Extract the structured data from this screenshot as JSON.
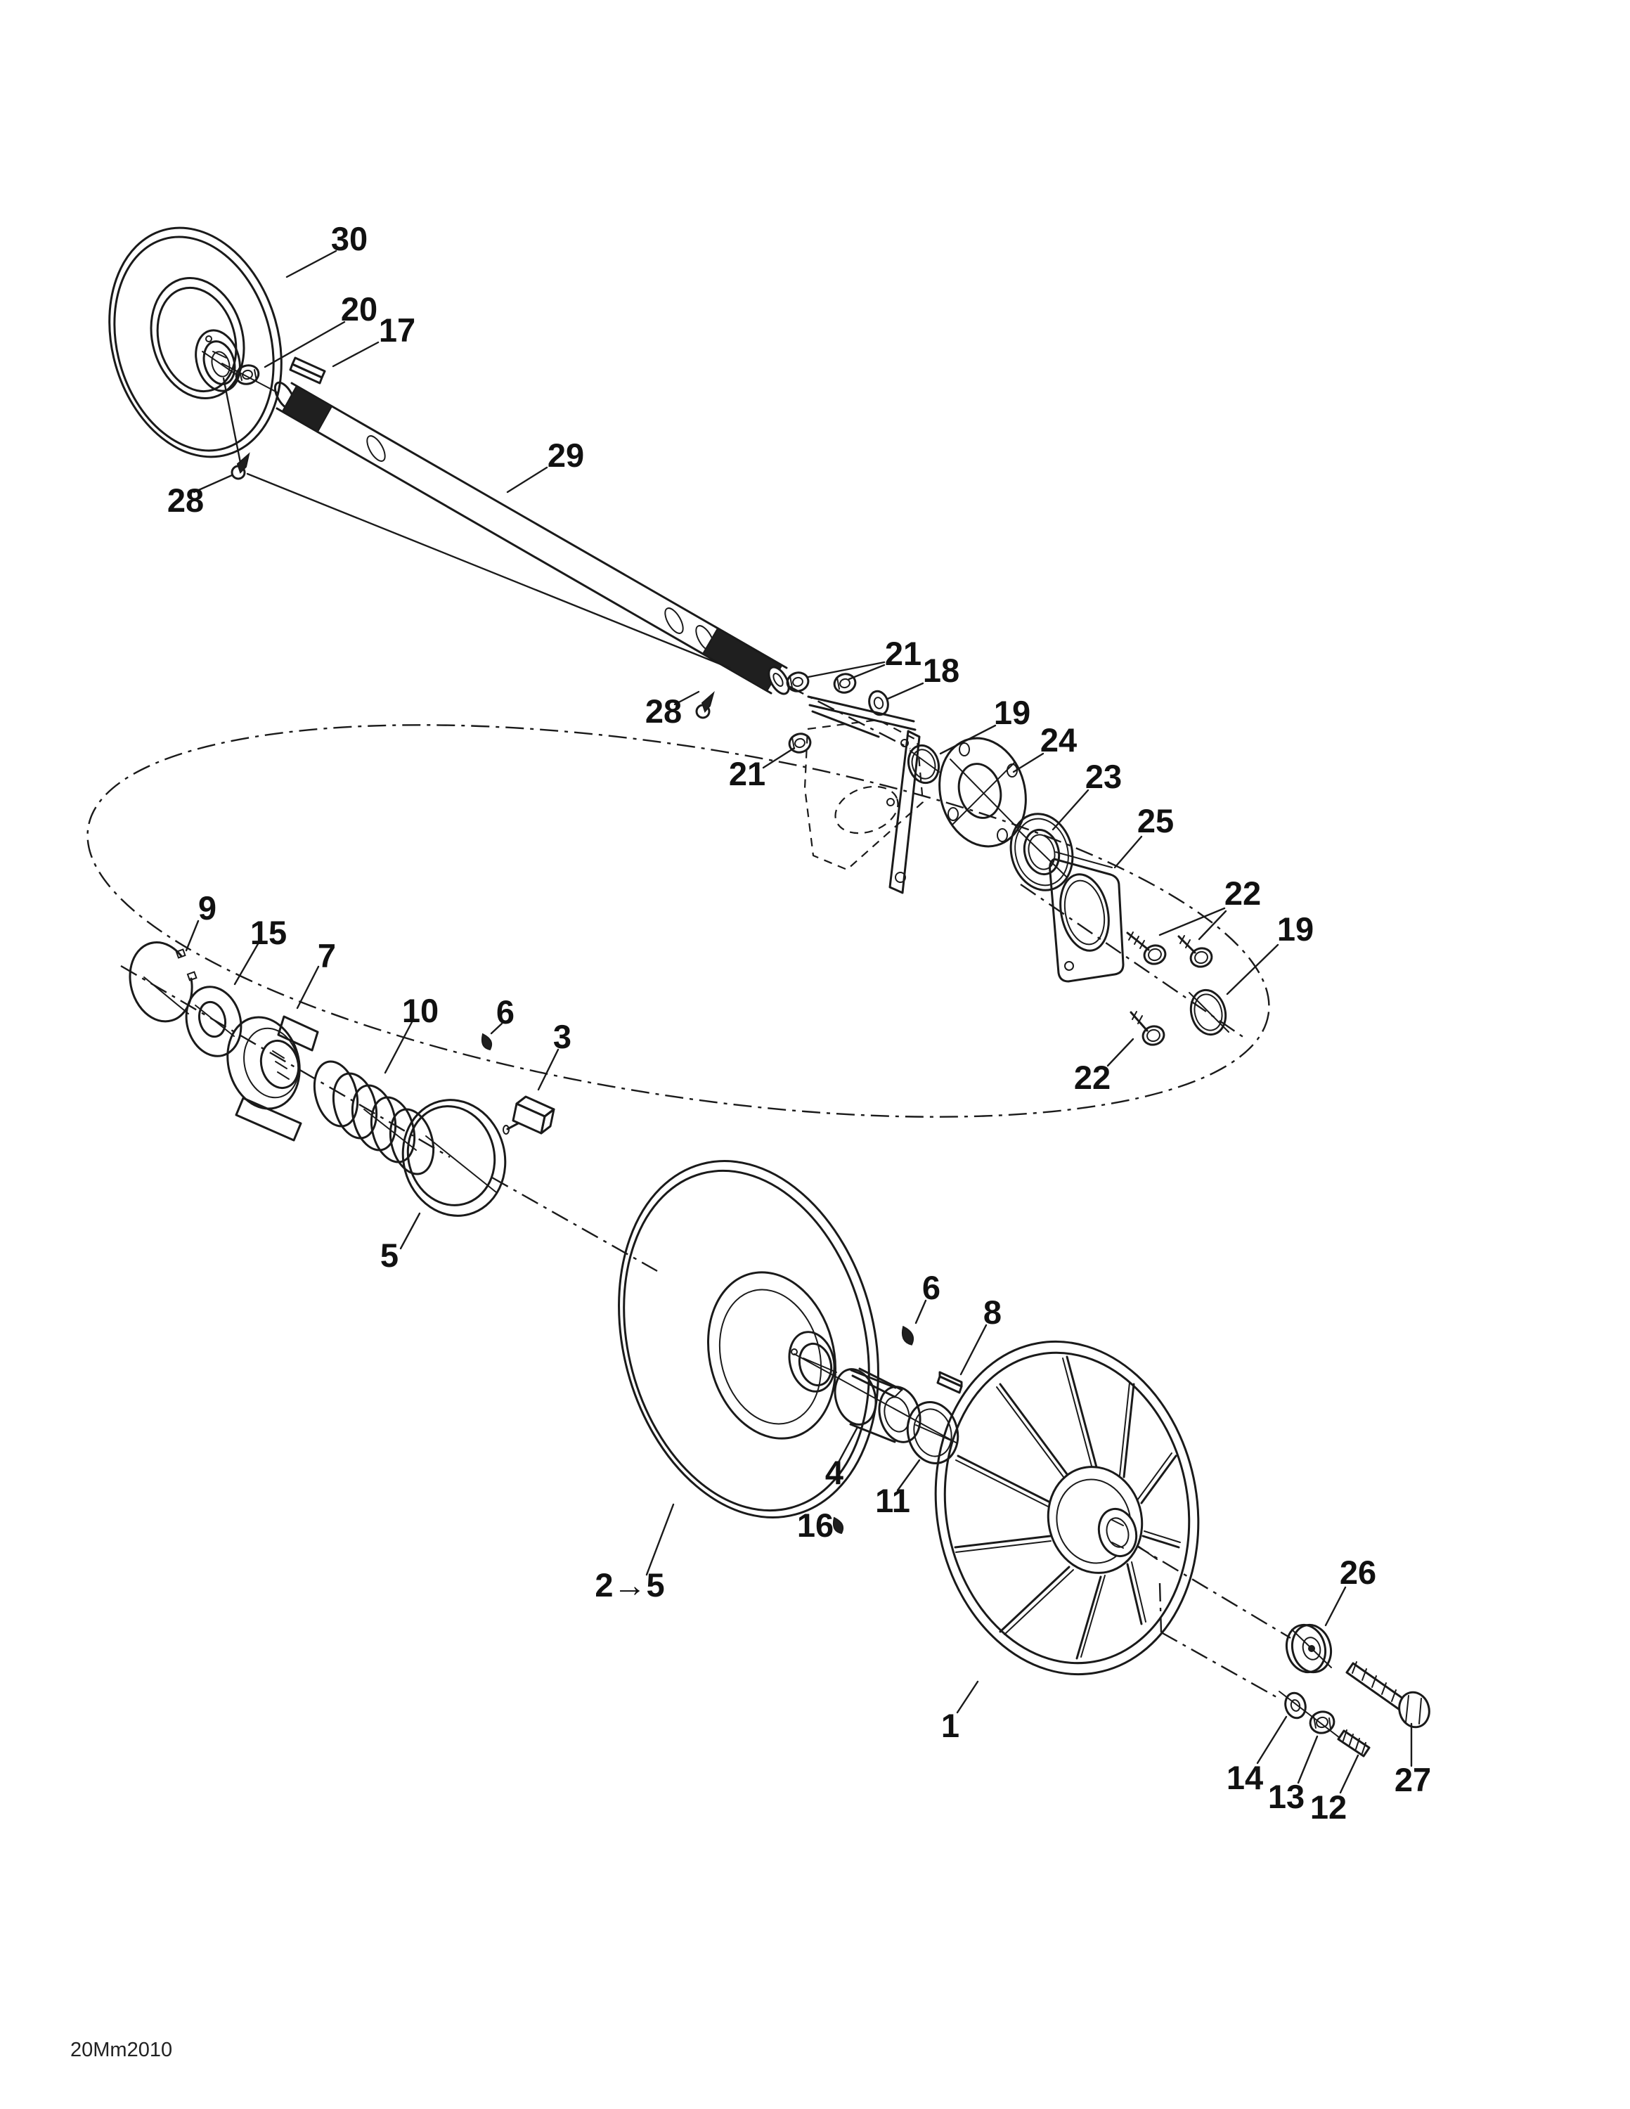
{
  "diagram": {
    "type": "exploded-parts-diagram",
    "subject": "driven-pulley-assembly",
    "watermark": "20Mm2010",
    "colors": {
      "ink": "#1a1a1a",
      "paper": "#ffffff",
      "label_text": "#111111"
    },
    "labels": [
      {
        "part": "30",
        "text": "30"
      },
      {
        "part": "20",
        "text": "20"
      },
      {
        "part": "17",
        "text": "17"
      },
      {
        "part": "28-upper",
        "text": "28"
      },
      {
        "part": "29",
        "text": "29"
      },
      {
        "part": "28-mid",
        "text": "28"
      },
      {
        "part": "21-pair",
        "text": "21"
      },
      {
        "part": "18",
        "text": "18"
      },
      {
        "part": "19-upper",
        "text": "19"
      },
      {
        "part": "24",
        "text": "24"
      },
      {
        "part": "23",
        "text": "23"
      },
      {
        "part": "25",
        "text": "25"
      },
      {
        "part": "22-pair",
        "text": "22"
      },
      {
        "part": "19-right",
        "text": "19"
      },
      {
        "part": "22-lower",
        "text": "22"
      },
      {
        "part": "21-left",
        "text": "21"
      },
      {
        "part": "9",
        "text": "9"
      },
      {
        "part": "15",
        "text": "15"
      },
      {
        "part": "7",
        "text": "7"
      },
      {
        "part": "10",
        "text": "10"
      },
      {
        "part": "6-left",
        "text": "6"
      },
      {
        "part": "3",
        "text": "3"
      },
      {
        "part": "5",
        "text": "5"
      },
      {
        "part": "2-5",
        "text": "2→5"
      },
      {
        "part": "6-mid",
        "text": "6"
      },
      {
        "part": "8",
        "text": "8"
      },
      {
        "part": "4",
        "text": "4"
      },
      {
        "part": "16",
        "text": "16"
      },
      {
        "part": "11",
        "text": "11"
      },
      {
        "part": "1",
        "text": "1"
      },
      {
        "part": "26",
        "text": "26"
      },
      {
        "part": "27",
        "text": "27"
      },
      {
        "part": "14",
        "text": "14"
      },
      {
        "part": "13",
        "text": "13"
      },
      {
        "part": "12",
        "text": "12"
      }
    ]
  }
}
